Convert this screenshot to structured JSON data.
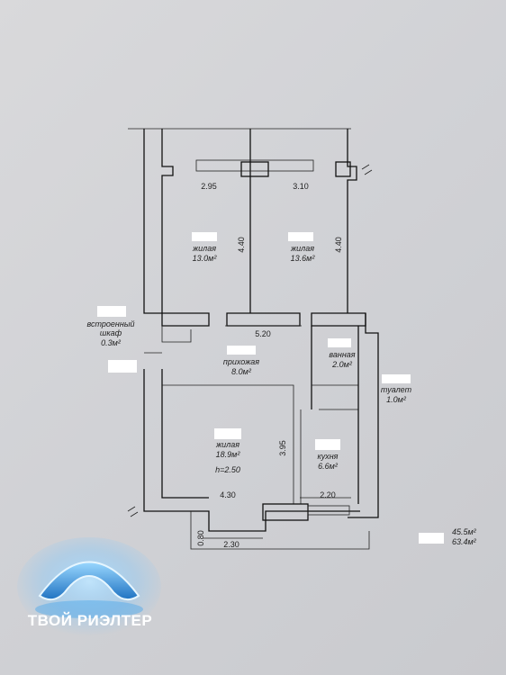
{
  "rooms": [
    {
      "name": "жилая",
      "area": "13.0м²"
    },
    {
      "name": "жилая",
      "area": "13.6м²"
    },
    {
      "name": "встроенный шкаф",
      "line1": "встроенный",
      "line2": "шкаф",
      "area": "0.3м²"
    },
    {
      "name": "прихожая",
      "area": "8.0м²"
    },
    {
      "name": "ванная",
      "area": "2.0м²"
    },
    {
      "name": "туалет",
      "area": "1.0м²"
    },
    {
      "name": "жилая",
      "area": "18.9м²",
      "height": "h=2.50"
    },
    {
      "name": "кухня",
      "area": "6.6м²"
    }
  ],
  "dimensions": {
    "d1": "2.95",
    "d2": "3.10",
    "d3": "4.40",
    "d4": "4.40",
    "d5": "5.20",
    "d6": "3.95",
    "d7": "4.30",
    "d8": "2.20",
    "d9": "0.80",
    "d10": "2.30"
  },
  "totals": {
    "living": "45.5м²",
    "total": "63.4м²"
  },
  "logo": {
    "text": "ТВОЙ РИЭЛТЕР"
  },
  "colors": {
    "logo_blue": "#2f8fd8",
    "logo_light": "#8ed0ff",
    "line": "#111111",
    "paper": "#d4d5d9"
  }
}
